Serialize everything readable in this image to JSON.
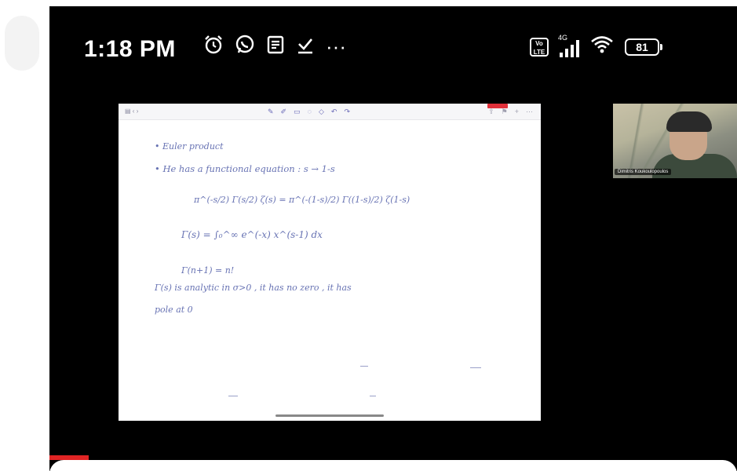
{
  "status_bar": {
    "time": "1:18 PM",
    "left_icons": [
      "alarm-icon",
      "whatsapp-icon",
      "notes-icon",
      "download-done-icon",
      "more-icon"
    ],
    "more_glyph": "···",
    "volte_label": "Vo LTE",
    "network_label": "4G",
    "battery_level": "81"
  },
  "shared_screen": {
    "notes_lines": [
      "• Euler product",
      "• He has a functional equation :  s → 1-s",
      "π^(-s/2) Γ(s/2) ζ(s) = π^(-(1-s)/2) Γ((1-s)/2) ζ(1-s)",
      "Γ(s) =  ∫₀^∞ e^(-x) x^(s-1) dx",
      "Γ(n+1) = n!",
      "Γ(s) is analytic  in  σ>0 ,  it has no zero , it has",
      "pole at  0"
    ]
  },
  "participant_video": {
    "name": "Dimitris Koukoulopoulos"
  }
}
